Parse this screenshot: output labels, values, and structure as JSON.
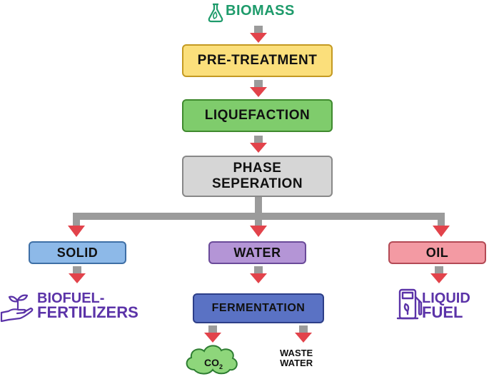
{
  "source": {
    "label": "BIOMASS",
    "icon": "flask-leaf-icon",
    "color": "#1e9b6b"
  },
  "steps": {
    "pretreatment": {
      "label": "PRE-TREATMENT",
      "color": "#fbdf7b"
    },
    "liquefaction": {
      "label": "LIQUEFACTION",
      "color": "#7fcc6c"
    },
    "phase_separation": {
      "line1": "PHASE",
      "line2": "SEPERATION",
      "color": "#d6d6d6"
    }
  },
  "phases": {
    "solid": {
      "label": "SOLID",
      "color": "#8db9e8"
    },
    "water": {
      "label": "WATER",
      "color": "#b495d6"
    },
    "oil": {
      "label": "OIL",
      "color": "#f39aa3"
    }
  },
  "fermentation": {
    "label": "FERMENTATION",
    "color": "#5a72c4"
  },
  "outputs": {
    "biofuel": {
      "line1": "BIOFUEL-",
      "line2": "FERTILIZERS",
      "icon": "hand-plant-icon"
    },
    "liquid_fuel": {
      "line1": "LIQUID",
      "line2": "FUEL",
      "icon": "fuel-pump-icon"
    },
    "co2": {
      "main": "CO",
      "sub": "2"
    },
    "waste_water": {
      "line1": "WASTE",
      "line2": "WATER"
    }
  },
  "colors": {
    "arrow": "#e2434b",
    "connector": "#9b9b9b",
    "accent_text": "#5b33a8"
  }
}
